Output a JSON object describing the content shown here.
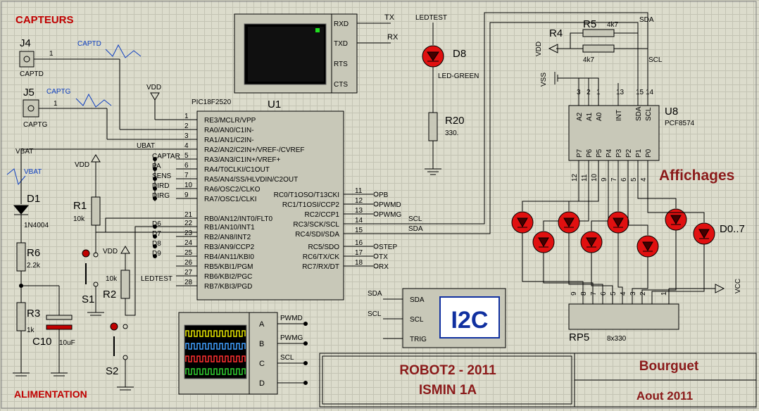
{
  "labels": {
    "capteurs": "CAPTEURS",
    "alimentation": "ALIMENTATION",
    "affichages": "Affichages"
  },
  "connectors": {
    "j4_ref": "J4",
    "j4_net": "CAPTD",
    "j4_pin": "1",
    "j4_probe": "CAPTD",
    "j5_ref": "J5",
    "j5_net": "CAPTG",
    "j5_pin": "1",
    "j5_probe": "CAPTG"
  },
  "power": {
    "vbat": "VBAT",
    "vbat_probe": "VBAT",
    "vdd": "VDD",
    "vss": "VSS",
    "vcc": "VCC"
  },
  "u1": {
    "ref": "U1",
    "part": "PIC18F2520",
    "left_pins": [
      {
        "num": "1",
        "name": "RE3/MCLR/VPP",
        "net": ""
      },
      {
        "num": "2",
        "name": "RA0/AN0/C1IN-",
        "net": ""
      },
      {
        "num": "3",
        "name": "RA1/AN1/C2IN-",
        "net": ""
      },
      {
        "num": "4",
        "name": "RA2/AN2/C2IN+/VREF-/CVREF",
        "net": "UBAT"
      },
      {
        "num": "5",
        "name": "RA3/AN3/C1IN+/VREF+",
        "net": "CAPTAR"
      },
      {
        "num": "6",
        "name": "RA4/T0CLKI/C1OUT",
        "net": "PA"
      },
      {
        "num": "7",
        "name": "RA5/AN4/SS/HLVDIN/C2OUT",
        "net": "SENS"
      },
      {
        "num": "10",
        "name": "RA6/OSC2/CLKO",
        "net": "DIRD"
      },
      {
        "num": "9",
        "name": "RA7/OSC1/CLKI",
        "net": "DIRG"
      },
      {
        "num": "21",
        "name": "RB0/AN12/INT0/FLT0",
        "net": ""
      },
      {
        "num": "22",
        "name": "RB1/AN10/INT1",
        "net": "D6"
      },
      {
        "num": "23",
        "name": "RB2/AN8/INT2",
        "net": "D7"
      },
      {
        "num": "24",
        "name": "RB3/AN9/CCP2",
        "net": "D8"
      },
      {
        "num": "25",
        "name": "RB4/AN11/KBI0",
        "net": "D9"
      },
      {
        "num": "26",
        "name": "RB5/KBI1/PGM",
        "net": ""
      },
      {
        "num": "27",
        "name": "RB6/KBI2/PGC",
        "net": "LEDTEST"
      },
      {
        "num": "28",
        "name": "RB7/KBI3/PGD",
        "net": ""
      }
    ],
    "right_pins": [
      {
        "num": "11",
        "name": "RC0/T1OSO/T13CKI",
        "net": "PB"
      },
      {
        "num": "12",
        "name": "RC1/T1OSI/CCP2",
        "net": "PWMD"
      },
      {
        "num": "13",
        "name": "RC2/CCP1",
        "net": "PWMG"
      },
      {
        "num": "14",
        "name": "RC3/SCK/SCL",
        "net": "SCL"
      },
      {
        "num": "15",
        "name": "RC4/SDI/SDA",
        "net": "SDA"
      },
      {
        "num": "16",
        "name": "RC5/SDO",
        "net": "STEP"
      },
      {
        "num": "17",
        "name": "RC6/TX/CK",
        "net": "TX"
      },
      {
        "num": "18",
        "name": "RC7/RX/DT",
        "net": "RX"
      }
    ]
  },
  "terminal": {
    "pins": [
      "RXD",
      "TXD",
      "RTS",
      "CTS"
    ],
    "net_tx": "TX",
    "net_rx": "RX"
  },
  "led8": {
    "ref": "D8",
    "value": "LED-GREEN",
    "net": "LEDTEST"
  },
  "r20": {
    "ref": "R20",
    "value": "330."
  },
  "r4": {
    "ref": "R4"
  },
  "r5": {
    "ref": "R5",
    "value": "4k7"
  },
  "r4_value": "4k7",
  "i2c_nets": {
    "sda": "SDA",
    "scl": "SCL"
  },
  "u8": {
    "ref": "U8",
    "part": "PCF8574",
    "top_pins": [
      {
        "num": "3",
        "name": "A2"
      },
      {
        "num": "2",
        "name": "A1"
      },
      {
        "num": "1",
        "name": "A0"
      },
      {
        "num": "13",
        "name": "INT"
      },
      {
        "num": "15",
        "name": "SDA"
      },
      {
        "num": "14",
        "name": "SCL"
      }
    ],
    "bottom_pins": [
      {
        "num": "12",
        "name": "P7"
      },
      {
        "num": "11",
        "name": "P6"
      },
      {
        "num": "10",
        "name": "P5"
      },
      {
        "num": "9",
        "name": "P4"
      },
      {
        "num": "7",
        "name": "P3"
      },
      {
        "num": "6",
        "name": "P2"
      },
      {
        "num": "5",
        "name": "P1"
      },
      {
        "num": "4",
        "name": "P0"
      }
    ]
  },
  "leds": {
    "ref": "D0..7"
  },
  "rp5": {
    "ref": "RP5",
    "value": "8x330",
    "pins": [
      "9",
      "8",
      "7",
      "6",
      "5",
      "4",
      "3",
      "2",
      "1"
    ]
  },
  "supply": {
    "d1_ref": "D1",
    "d1_value": "1N4004",
    "r6_ref": "R6",
    "r6_value": "2.2k",
    "r3_ref": "R3",
    "r3_value": "1k",
    "c10_ref": "C10",
    "c10_value": "10uF"
  },
  "buttons": {
    "r1_ref": "R1",
    "r1_value": "10k",
    "s1_ref": "S1",
    "r2_ref": "R2",
    "r2_value": "10k",
    "s2_ref": "S2"
  },
  "scope": {
    "channels": [
      "A",
      "B",
      "C",
      "D"
    ],
    "net_a": "PWMD",
    "net_b": "PWMG",
    "net_c": "SCL",
    "trace_colors": [
      "#e8e800",
      "#40a0ff",
      "#ff3030",
      "#30d030"
    ]
  },
  "i2c_debugger": {
    "pins": [
      "SDA",
      "SCL",
      "TRIG"
    ],
    "net_sda": "SDA",
    "net_scl": "SCL",
    "label": "I2C"
  },
  "title_block": {
    "project": "ROBOT2 - 2011",
    "school": "ISMIN 1A",
    "author": "Bourguet",
    "date": "Aout 2011"
  },
  "colors": {
    "section_label": "#d01818",
    "title_text": "#8b1a1a",
    "probe": "#1040c0",
    "led": "#e01010"
  }
}
